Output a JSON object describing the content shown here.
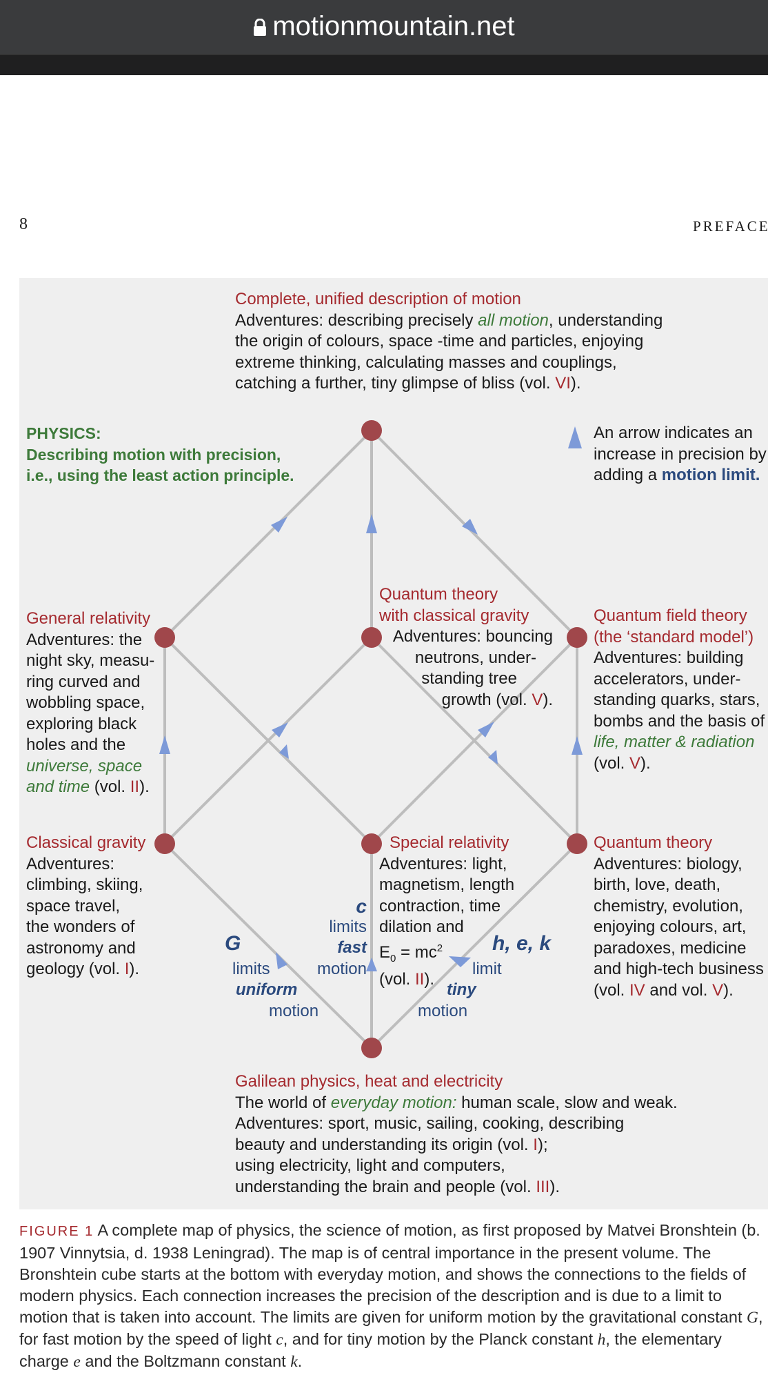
{
  "browser": {
    "url": "motionmountain.net",
    "lock_icon": "lock-icon"
  },
  "page": {
    "number": "8",
    "header": "PREFACE"
  },
  "nodes": {
    "top": {
      "title": "Complete, unified description of motion",
      "line1_a": "Adventures: describing precisely ",
      "line1_b": "all motion",
      "line1_c": ", understanding",
      "line2": "the origin of colours, space -time and particles, enjoying",
      "line3": "extreme thinking, calculating masses and couplings,",
      "line4_a": "catching a further, tiny glimpse of bliss (vol. ",
      "line4_b": "VI",
      "line4_c": ")."
    },
    "physics": {
      "line1": "PHYSICS:",
      "line2": "Describing motion with precision,",
      "line3": "i.e., using the least action principle."
    },
    "legend": {
      "line1": "An arrow indicates an",
      "line2": "increase in precision by",
      "line3_a": "adding a ",
      "line3_b": "motion limit."
    },
    "general_relativity": {
      "title": "General relativity",
      "line1": "Adventures: the",
      "line2": "night sky, measu-",
      "line3": "ring curved and",
      "line4": "wobbling space,",
      "line5": "exploring black",
      "line6": "holes and the",
      "line7": "universe, space",
      "line8_a": "and time",
      "line8_b": " (vol. ",
      "line8_c": "II",
      "line8_d": ")."
    },
    "quantum_classical_gravity": {
      "title1": "Quantum theory",
      "title2": "with classical gravity",
      "line1": "Adventures: bouncing",
      "line2": "neutrons,  under-",
      "line3": "standing tree",
      "line4_a": "growth (vol. ",
      "line4_b": "V",
      "line4_c": ")."
    },
    "quantum_field_theory": {
      "title1": "Quantum field theory",
      "title2": "(the ‘standard model’)",
      "line1": "Adventures: building",
      "line2": "accelerators, under-",
      "line3": "standing quarks, stars,",
      "line4": "bombs and the basis of",
      "line5": "life, matter & radiation",
      "line6_a": "(vol. ",
      "line6_b": "V",
      "line6_c": ")."
    },
    "classical_gravity": {
      "title": "Classical gravity",
      "line1": "Adventures:",
      "line2": "climbing, skiing,",
      "line3": "space travel,",
      "line4": "the wonders of",
      "line5": "astronomy and",
      "line6_a": "geology (vol. ",
      "line6_b": "I",
      "line6_c": ")."
    },
    "special_relativity": {
      "title": "Special relativity",
      "line1": "Adventures: light,",
      "line2": "magnetism, length",
      "line3": "contraction, time",
      "line4": "dilation and",
      "line5_a": "E",
      "line5_b": "0",
      "line5_c": " = mc",
      "line5_d": "2",
      "line6_a": "(vol. ",
      "line6_b": "II",
      "line6_c": ")."
    },
    "quantum_theory": {
      "title": "Quantum theory",
      "line1": "Adventures: biology,",
      "line2": "birth, love, death,",
      "line3": "chemistry, evolution,",
      "line4": "enjoying colours, art,",
      "line5": "paradoxes, medicine",
      "line6": "and high-tech business",
      "line7_a": "(vol. ",
      "line7_b": "IV",
      "line7_c": " and vol. ",
      "line7_d": "V",
      "line7_e": ")."
    },
    "galilean": {
      "title": "Galilean physics, heat and electricity",
      "line1_a": "The world of ",
      "line1_b": "everyday motion:",
      "line1_c": " human scale, slow and weak.",
      "line2": "Adventures: sport, music, sailing, cooking, describing",
      "line3_a": "beauty and understanding its origin (vol. ",
      "line3_b": "I",
      "line3_c": ");",
      "line4": "using electricity, light and computers,",
      "line5_a": "understanding the brain and people (vol. ",
      "line5_b": "III",
      "line5_c": ")."
    }
  },
  "limits": {
    "g": {
      "symbol": "G",
      "line1": "limits",
      "line2": "uniform",
      "line3": "motion"
    },
    "c": {
      "symbol": "c",
      "line1": "limits",
      "line2": "fast",
      "line3": "motion"
    },
    "h": {
      "symbol": "h, e, k",
      "line1": "limit",
      "line2": "tiny",
      "line3": "motion"
    }
  },
  "caption": {
    "label": "FIGURE 1",
    "text1": " A complete map of physics, the science of motion, as first proposed by Matvei Bronshtein (b. 1907 Vinnytsia, d. 1938 Leningrad). The map is of central importance in the present volume. The Bronshtein cube starts at the bottom with everyday motion, and shows the connections to the fields of modern physics. Each connection increases the precision of the description and is due to a limit to motion that is taken into account. The limits are given for uniform motion by the gravitational constant ",
    "var_g": "G",
    "text2": ", for fast motion by the speed of light ",
    "var_c": "c",
    "text3": ", and for tiny motion by the Planck constant ",
    "var_h": "h",
    "text4": ", the elementary charge ",
    "var_e": "e",
    "text5": " and the Boltzmann constant ",
    "var_k": "k",
    "text6": "."
  },
  "colors": {
    "node": "#a0474b",
    "edge": "#bdbdbd",
    "arrow": "#7d9ad8",
    "title_red": "#a52a2f",
    "green": "#3d7a3a",
    "blue": "#2b4a7e",
    "figure_bg": "#efefef",
    "topbar": "#3a3b3d"
  }
}
